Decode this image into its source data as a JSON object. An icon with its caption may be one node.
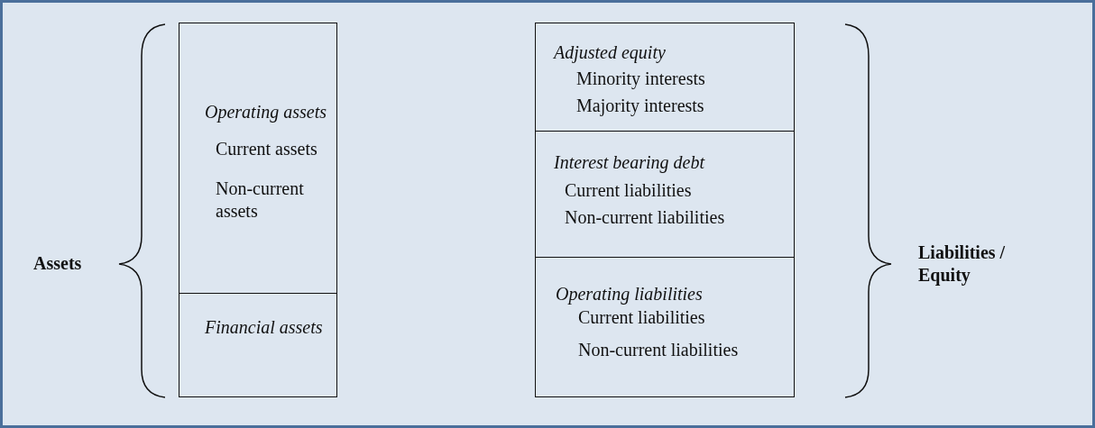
{
  "diagram": {
    "nodes": [
      {
        "text": [
          "Operating assets",
          "Current assets",
          "Non-current assets"
        ]
      },
      {
        "text": [
          "Financial assets"
        ]
      },
      {
        "text": [
          "Adjusted equity",
          "Minority interests",
          "Majority interests"
        ]
      },
      {
        "text": [
          "Interest bearing debt",
          "Current liabilities",
          "Non-current liabilities"
        ]
      },
      {
        "text": [
          "Operating liabilities",
          "Current liabilities",
          "Non-current liabilities"
        ]
      }
    ],
    "labels": [
      "Assets",
      "Liabilities / Equity"
    ]
  }
}
